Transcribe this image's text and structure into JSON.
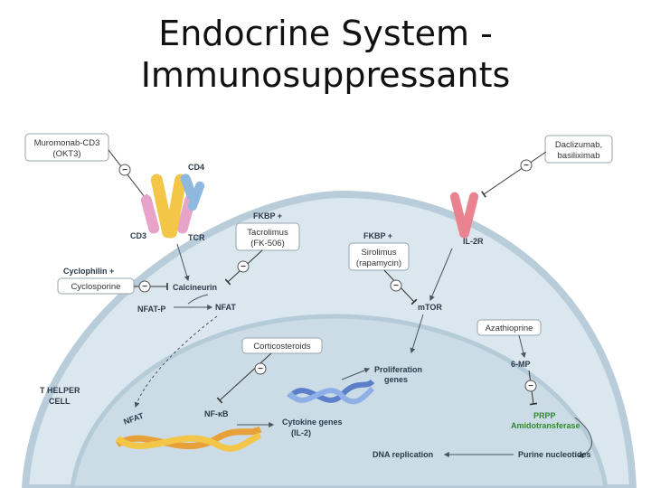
{
  "slide": {
    "title_line1": "Endocrine System -",
    "title_line2": "Immunosuppressants"
  },
  "diagram": {
    "drugs": {
      "muromonab_l1": "Muromonab-CD3",
      "muromonab_l2": "(OKT3)",
      "daclizumab_l1": "Daclizumab,",
      "daclizumab_l2": "basiliximab",
      "tacrolimus_l1": "Tacrolimus",
      "tacrolimus_l2": "(FK-506)",
      "sirolimus_l1": "Sirolimus",
      "sirolimus_l2": "(rapamycin)",
      "cyclosporine": "Cyclosporine",
      "corticosteroids": "Corticosteroids",
      "azathioprine": "Azathioprine"
    },
    "labels": {
      "cd4": "CD4",
      "cd3": "CD3",
      "tcr": "TCR",
      "il2r": "IL-2R",
      "fkbp_1": "FKBP +",
      "fkbp_2": "FKBP +",
      "cyclophilin": "Cyclophilin +",
      "calcineurin": "Calcineurin",
      "nfat_p": "NFAT-P",
      "nfat": "NFAT",
      "mtor": "mTOR",
      "six_mp": "6-MP",
      "prpp_l1": "PRPP",
      "prpp_l2": "Amidotransferase",
      "purine": "Purine nucleotides",
      "dna_rep": "DNA replication",
      "prolif_l1": "Proliferation",
      "prolif_l2": "genes",
      "cytokine_l1": "Cytokine genes",
      "cytokine_l2": "(IL-2)",
      "nfkb": "NF-κB",
      "nfat_nucleus": "NFAT",
      "cell_l1": "T HELPER",
      "cell_l2": "CELL"
    },
    "inhibit_symbol": "−",
    "colors": {
      "cytoplasm": "#dbe7ee",
      "nucleus": "#cbdce6",
      "membrane": "#b8cdd9",
      "receptor_yellow": "#f3c648",
      "receptor_pink": "#e8a3c8",
      "receptor_blue": "#8fb8de",
      "il2r_red": "#e8838f",
      "enzyme_green": "#2e8b2e",
      "arrow": "#4a5560"
    }
  }
}
